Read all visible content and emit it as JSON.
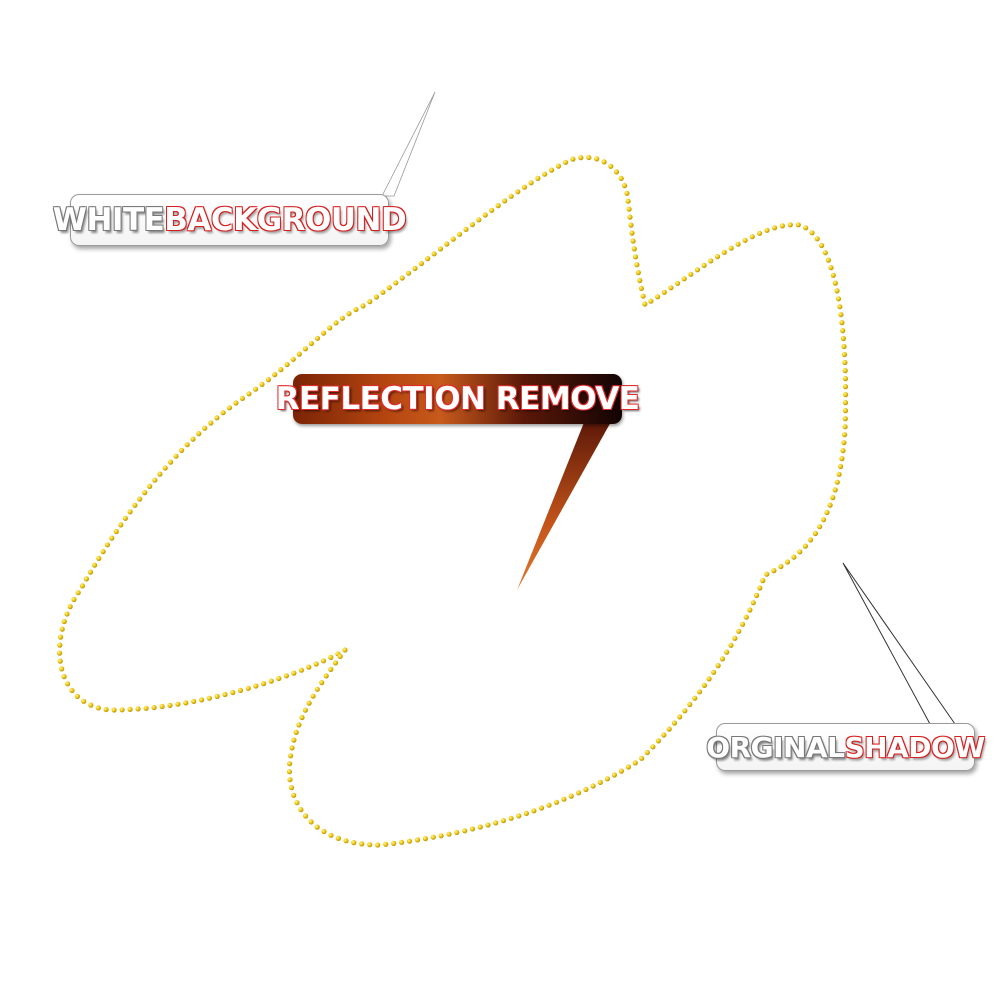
{
  "labels": {
    "white_background": {
      "word1": "WHITE",
      "word2": "BACKGROUND"
    },
    "reflection_remove": {
      "text": "REFLECTION REMOVE"
    },
    "original_shadow": {
      "word1": "ORGINAL",
      "word2": "SHADOW"
    }
  },
  "colors": {
    "outline_dots": "#e6c21a",
    "outline_dot_highlight": "#fff3a0",
    "callout_gradient_start": "#7a2406",
    "callout_gradient_end": "#120404",
    "text_accent_red": "#d62020"
  },
  "icons": {
    "outline": "dotted-selection-path",
    "pointers": "callout-pointer"
  }
}
